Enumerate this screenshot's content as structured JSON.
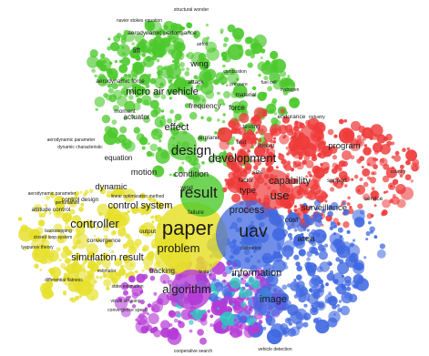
{
  "colors": {
    "green": "#4cc92c",
    "red": "#ef3a3a",
    "blue": "#4169e1",
    "yellow": "#e6e02a",
    "purple": "#b53ad6",
    "teal": "#2fc6c0",
    "background": "#ffffff"
  },
  "clusters": [
    {
      "name": "green",
      "color": "#4cc92c",
      "labels": [
        {
          "text": "structural wonder",
          "weight": 1
        },
        {
          "text": "navier stokes equation",
          "weight": 1
        },
        {
          "text": "aerodynamic performance",
          "weight": 2
        },
        {
          "text": "airfoil",
          "weight": 1
        },
        {
          "text": "lift",
          "weight": 3
        },
        {
          "text": "wing",
          "weight": 4
        },
        {
          "text": "aerodynamic force",
          "weight": 2
        },
        {
          "text": "attack",
          "weight": 2
        },
        {
          "text": "micro air vehicle",
          "weight": 5
        },
        {
          "text": "frequency",
          "weight": 3
        },
        {
          "text": "force",
          "weight": 3
        },
        {
          "text": "material",
          "weight": 2
        },
        {
          "text": "actuator",
          "weight": 3
        },
        {
          "text": "moment",
          "weight": 2
        },
        {
          "text": "effect",
          "weight": 5
        },
        {
          "text": "airplane",
          "weight": 2
        },
        {
          "text": "testing",
          "weight": 2
        },
        {
          "text": "design",
          "weight": 7
        },
        {
          "text": "condition",
          "weight": 4
        },
        {
          "text": "motion",
          "weight": 4
        },
        {
          "text": "equation",
          "weight": 3
        },
        {
          "text": "wind",
          "weight": 2
        },
        {
          "text": "dynamic",
          "weight": 4
        },
        {
          "text": "result",
          "weight": 8
        },
        {
          "text": "failure",
          "weight": 2
        },
        {
          "text": "fuel cell",
          "weight": 1
        },
        {
          "text": "hydrogen",
          "weight": 1
        },
        {
          "text": "combustion",
          "weight": 1
        },
        {
          "text": "pressure",
          "weight": 1
        },
        {
          "text": "aerodynamic parameter",
          "weight": 1
        },
        {
          "text": "dynamic characteristic",
          "weight": 1
        }
      ]
    },
    {
      "name": "red",
      "color": "#ef3a3a",
      "labels": [
        {
          "text": "development",
          "weight": 6
        },
        {
          "text": "endurance",
          "weight": 2
        },
        {
          "text": "industry",
          "weight": 1
        },
        {
          "text": "impact",
          "weight": 2
        },
        {
          "text": "test",
          "weight": 2
        },
        {
          "text": "size",
          "weight": 2
        },
        {
          "text": "type",
          "weight": 4
        },
        {
          "text": "capability",
          "weight": 5
        },
        {
          "text": "program",
          "weight": 4
        },
        {
          "text": "use",
          "weight": 6
        },
        {
          "text": "support",
          "weight": 2
        },
        {
          "text": "surveillance",
          "weight": 4
        },
        {
          "text": "service",
          "weight": 2
        },
        {
          "text": "cost",
          "weight": 3
        },
        {
          "text": "factor",
          "weight": 2
        },
        {
          "text": "process",
          "weight": 5
        },
        {
          "text": "country",
          "weight": 1
        }
      ]
    },
    {
      "name": "yellow",
      "color": "#e6e02a",
      "labels": [
        {
          "text": "aerodynamic parameter",
          "weight": 1
        },
        {
          "text": "linear optimization method",
          "weight": 1
        },
        {
          "text": "perturbation",
          "weight": 1
        },
        {
          "text": "control design",
          "weight": 2
        },
        {
          "text": "attitude control",
          "weight": 2
        },
        {
          "text": "control system",
          "weight": 5
        },
        {
          "text": "controller",
          "weight": 6
        },
        {
          "text": "backstepping",
          "weight": 1
        },
        {
          "text": "closed loop system",
          "weight": 1
        },
        {
          "text": "lyapunov theory",
          "weight": 1
        },
        {
          "text": "convergence",
          "weight": 2
        },
        {
          "text": "output",
          "weight": 2
        },
        {
          "text": "simulation result",
          "weight": 5
        },
        {
          "text": "paper",
          "weight": 10
        },
        {
          "text": "problem",
          "weight": 6
        },
        {
          "text": "estimator",
          "weight": 1
        },
        {
          "text": "differential flatness",
          "weight": 1
        }
      ]
    },
    {
      "name": "blue",
      "color": "#4169e1",
      "labels": [
        {
          "text": "uav",
          "weight": 9
        },
        {
          "text": "area",
          "weight": 4
        },
        {
          "text": "calibration",
          "weight": 1
        },
        {
          "text": "information",
          "weight": 5
        },
        {
          "text": "image",
          "weight": 5
        },
        {
          "text": "feature",
          "weight": 1
        },
        {
          "text": "vehicle detection",
          "weight": 1
        },
        {
          "text": "cooperative search",
          "weight": 1
        }
      ]
    },
    {
      "name": "purple",
      "color": "#b53ad6",
      "labels": [
        {
          "text": "algorithm",
          "weight": 6
        },
        {
          "text": "tracking",
          "weight": 3
        },
        {
          "text": "state estimation",
          "weight": 1
        },
        {
          "text": "visual servoing",
          "weight": 1
        },
        {
          "text": "convergence speed",
          "weight": 1
        }
      ]
    }
  ]
}
